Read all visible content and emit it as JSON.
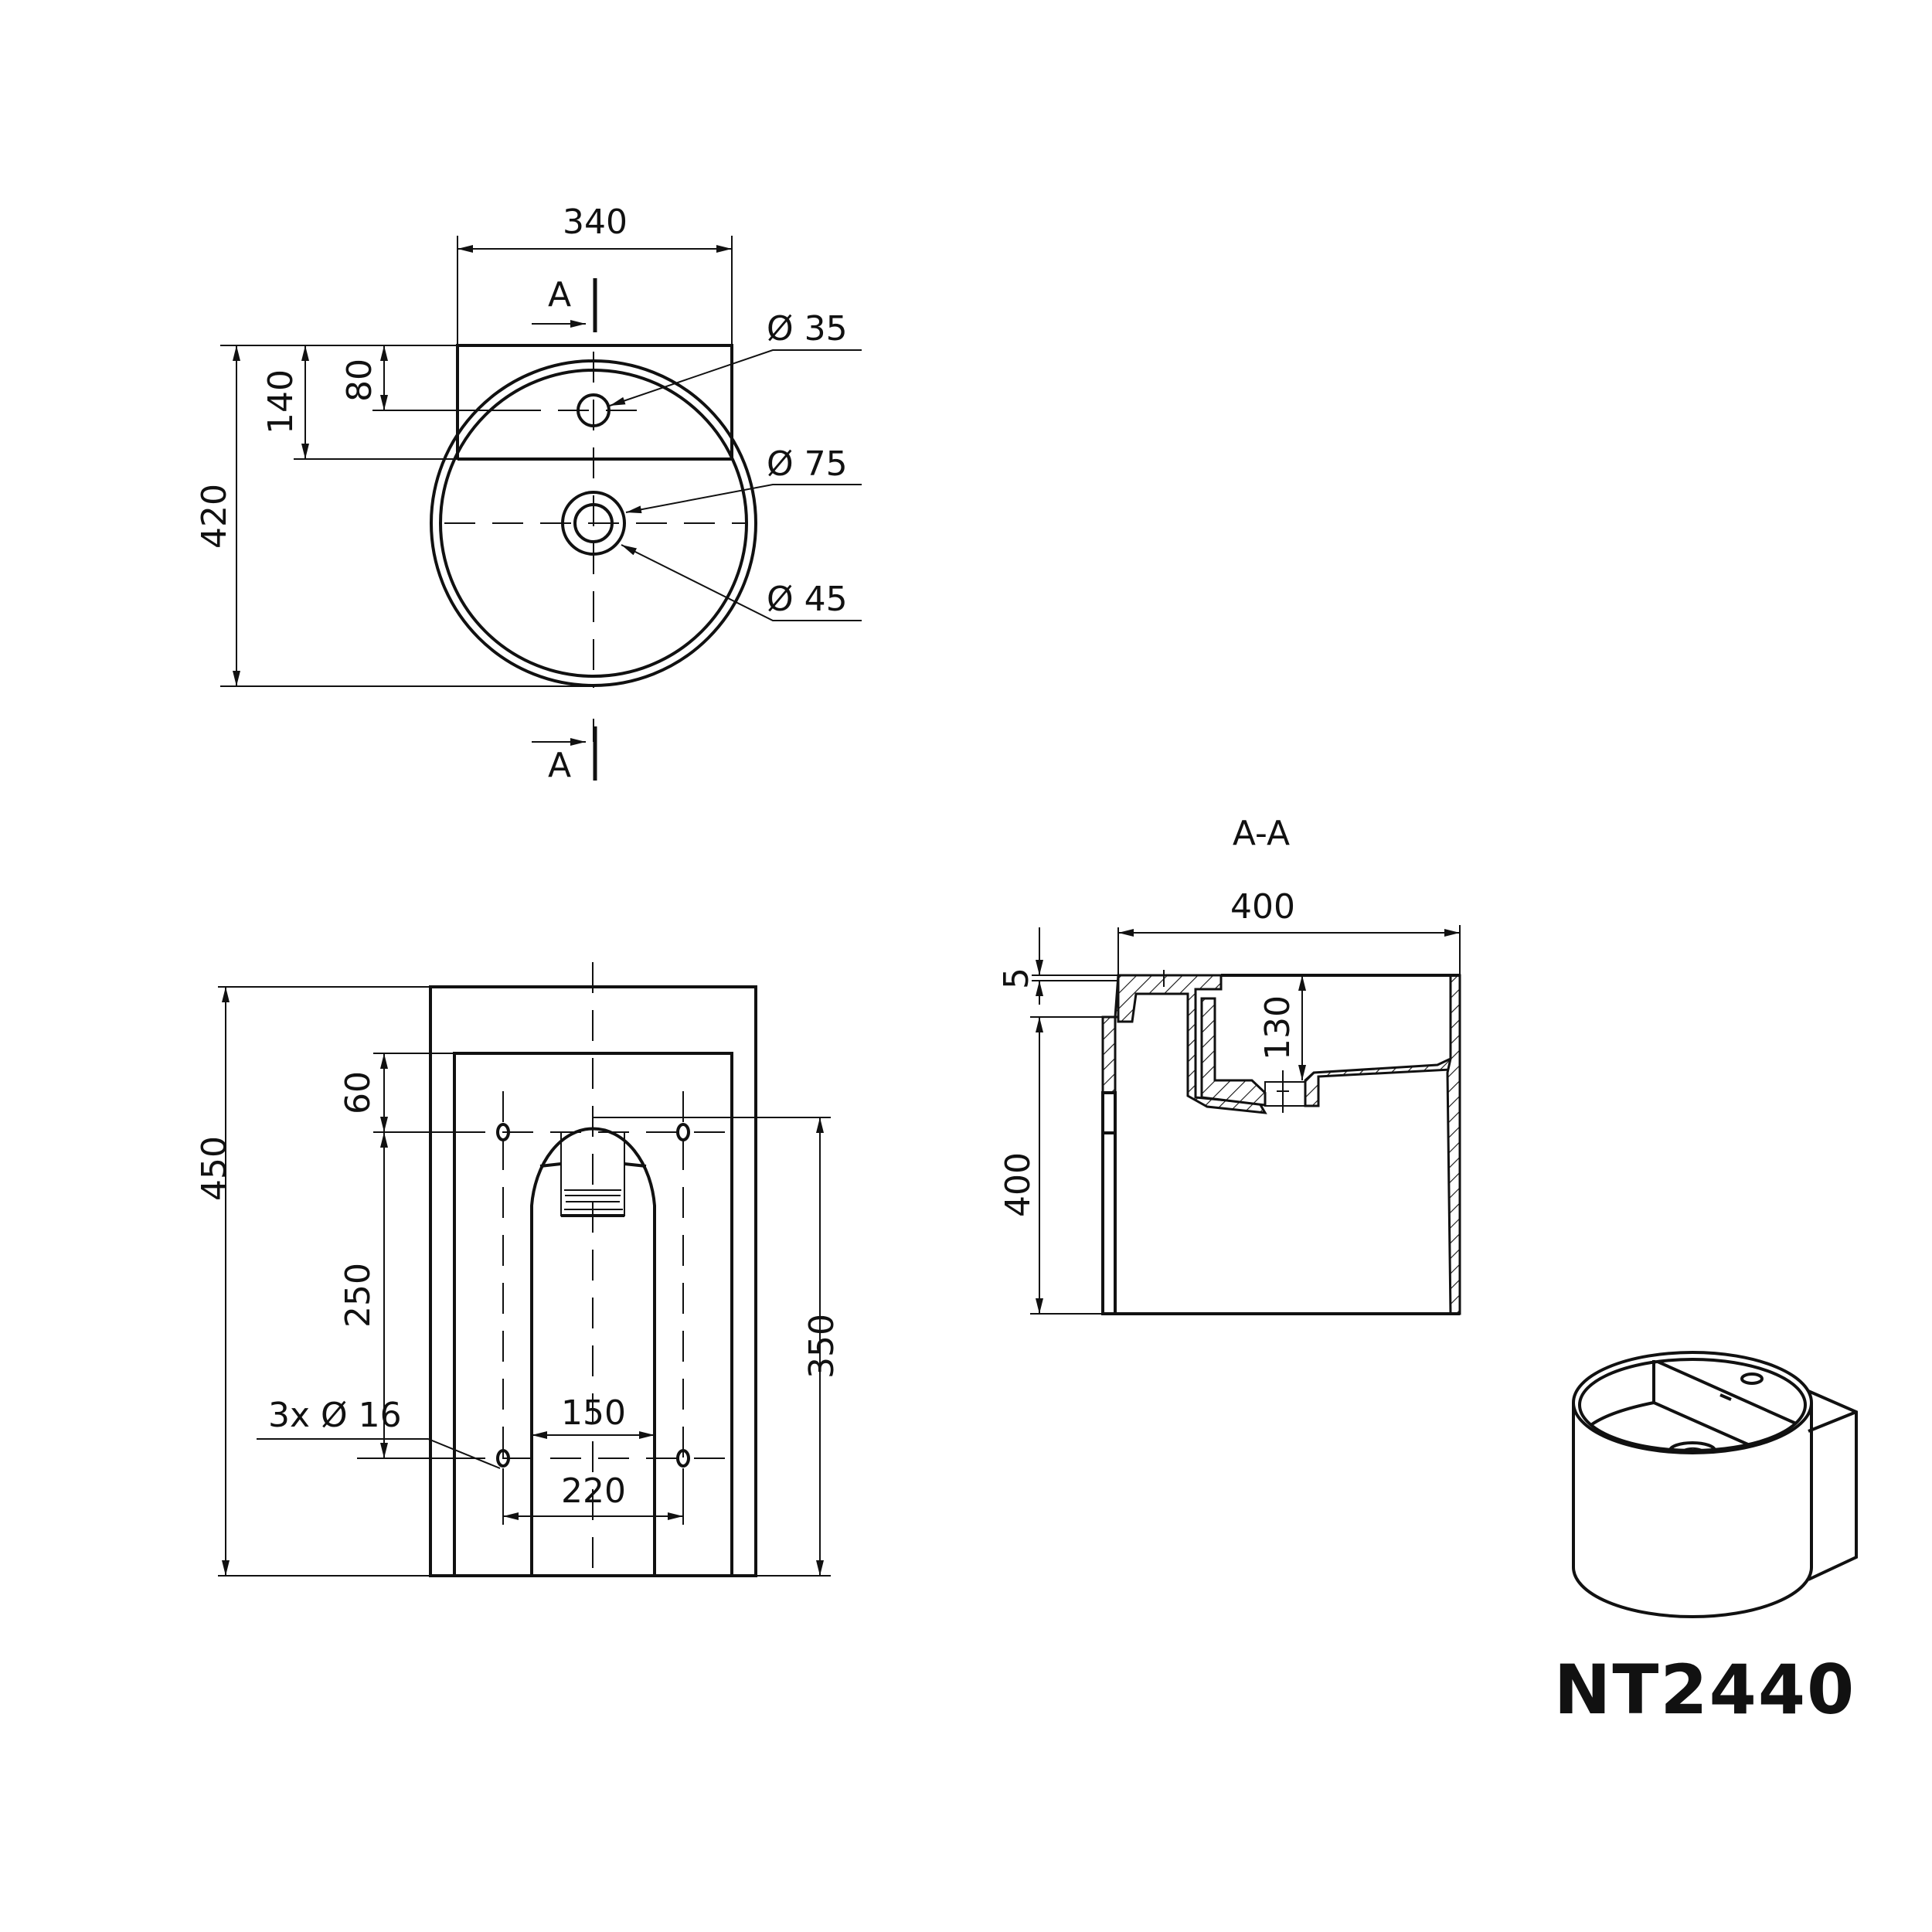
{
  "drawing": {
    "model": "NT2440",
    "section_title": "A-A",
    "section_marker": "A"
  },
  "top_view": {
    "width_dim": "340",
    "overall_depth_dim": "420",
    "depth_140_dim": "140",
    "depth_80_dim": "80",
    "tap_hole": "Ø 35",
    "drain_outer": "Ø 75",
    "drain_inner": "Ø 45"
  },
  "front_view": {
    "height_dim": "450",
    "top_offset_dim": "60",
    "hole_spacing_vertical_dim": "250",
    "arch_height_dim": "350",
    "arch_width_dim": "150",
    "hole_spacing_horizontal_dim": "220",
    "mounting_holes": "3x Ø 16"
  },
  "section_view": {
    "width_dim": "400",
    "height_dim": "400",
    "rim_dim": "5",
    "bowl_depth_dim": "130"
  },
  "colors": {
    "line": "#111111",
    "background": "#ffffff"
  }
}
